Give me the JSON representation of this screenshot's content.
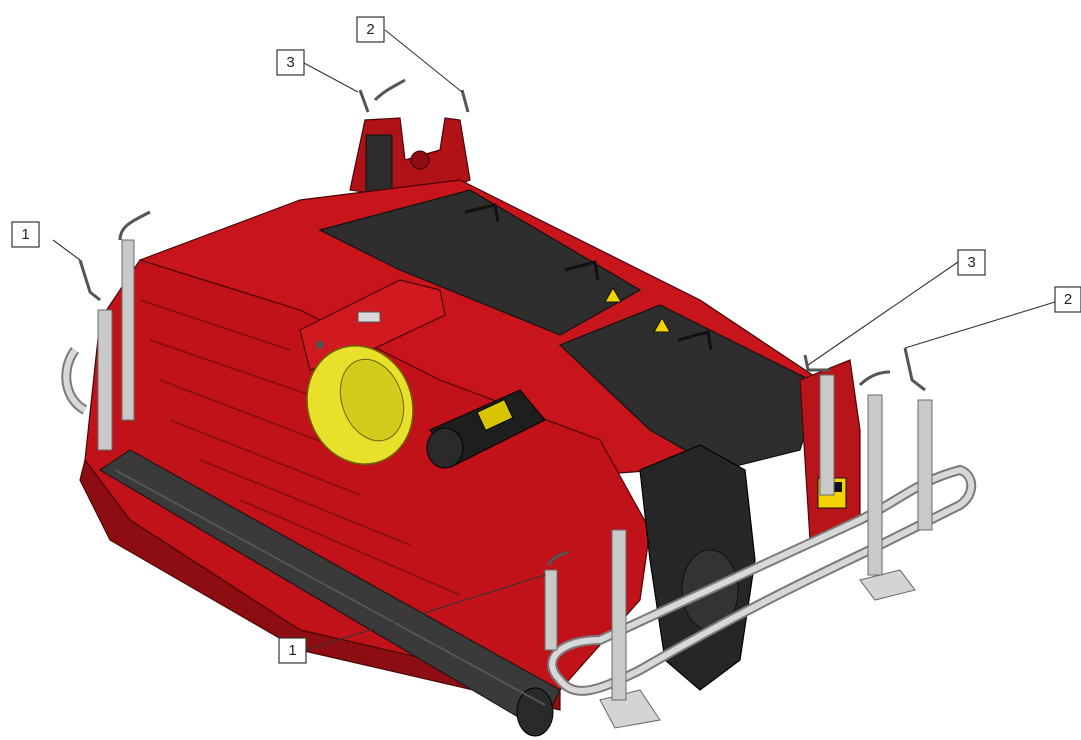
{
  "callouts": [
    {
      "id": "callout-1-left",
      "label": "1"
    },
    {
      "id": "callout-1-front",
      "label": "1"
    },
    {
      "id": "callout-2-top",
      "label": "2"
    },
    {
      "id": "callout-2-right",
      "label": "2"
    },
    {
      "id": "callout-3-top",
      "label": "3"
    },
    {
      "id": "callout-3-right",
      "label": "3"
    }
  ],
  "colors": {
    "body_red": "#c8141b",
    "body_red_dark": "#8e0d12",
    "body_red_light": "#e0262b",
    "cover_black": "#2e2e2e",
    "roller_black": "#3a3a3a",
    "shaft_yellow": "#e8e02a",
    "steel_grey": "#c9c9c9"
  },
  "icons": [
    "mower-machine-illustration",
    "warning-decal-icon"
  ]
}
